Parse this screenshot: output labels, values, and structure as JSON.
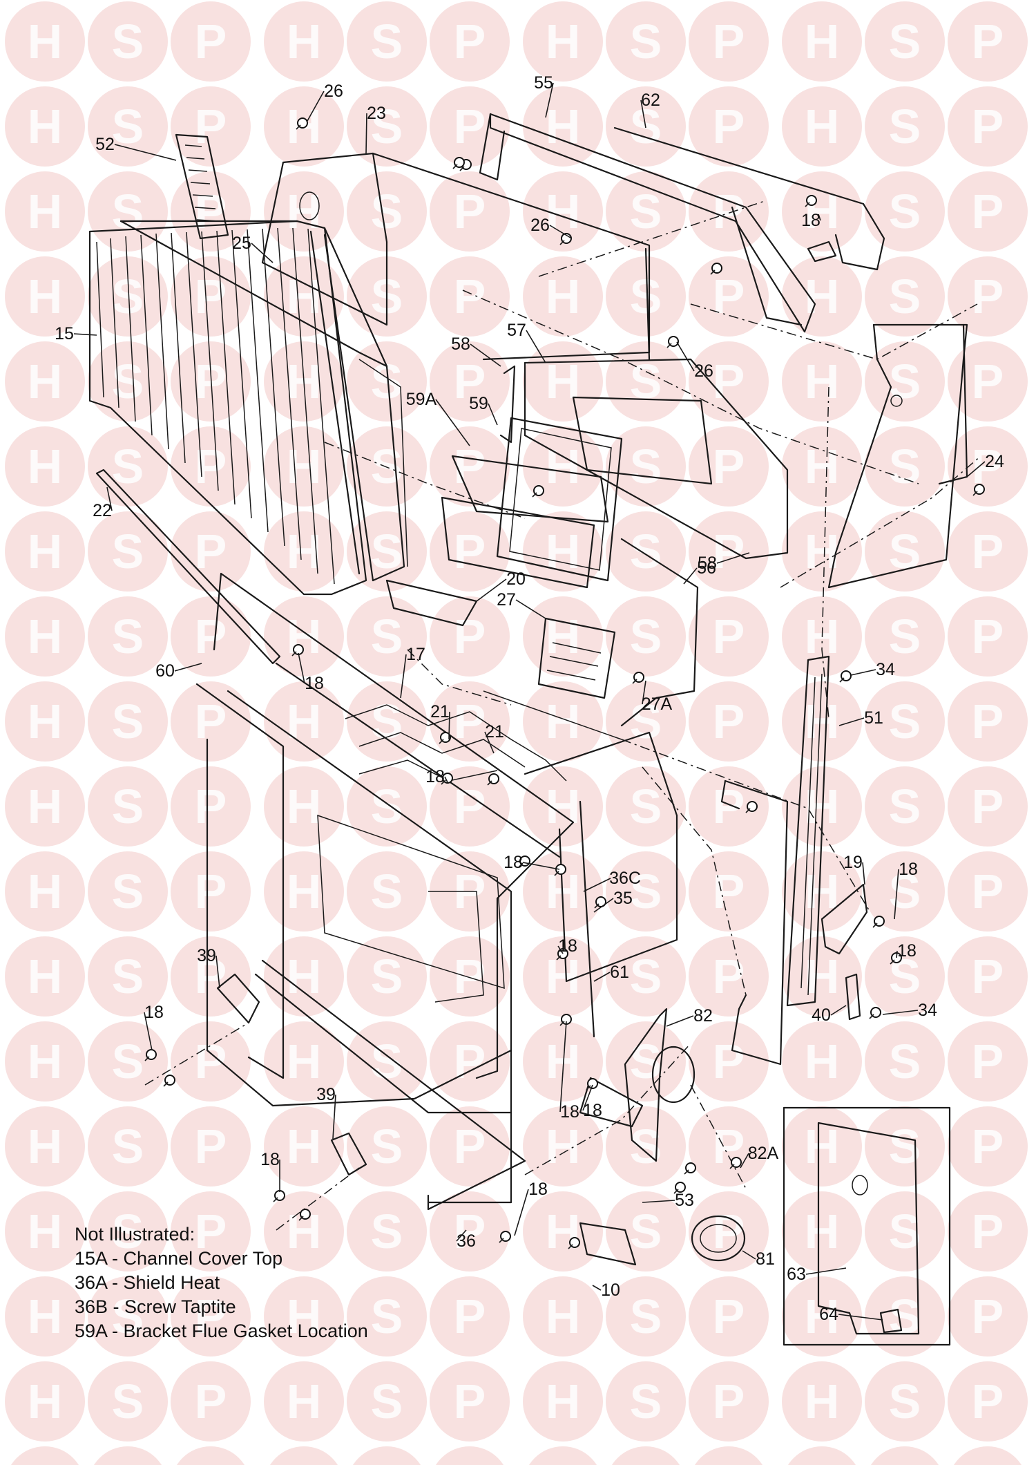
{
  "watermark": {
    "letters": [
      "H",
      "S",
      "P"
    ],
    "color": "#f2c9c6"
  },
  "callouts": [
    "15",
    "17",
    "18",
    "19",
    "20",
    "21",
    "22",
    "23",
    "24",
    "25",
    "26",
    "27",
    "27A",
    "34",
    "35",
    "36",
    "36C",
    "39",
    "40",
    "51",
    "52",
    "53",
    "55",
    "56",
    "57",
    "58",
    "59",
    "59A",
    "60",
    "61",
    "62",
    "63",
    "64",
    "81",
    "82",
    "82A",
    "10"
  ],
  "notes": {
    "heading": "Not Illustrated:",
    "items": [
      "15A - Channel Cover Top",
      "36A - Shield Heat",
      "36B - Screw Taptite",
      "59A - Bracket Flue Gasket Location"
    ]
  }
}
